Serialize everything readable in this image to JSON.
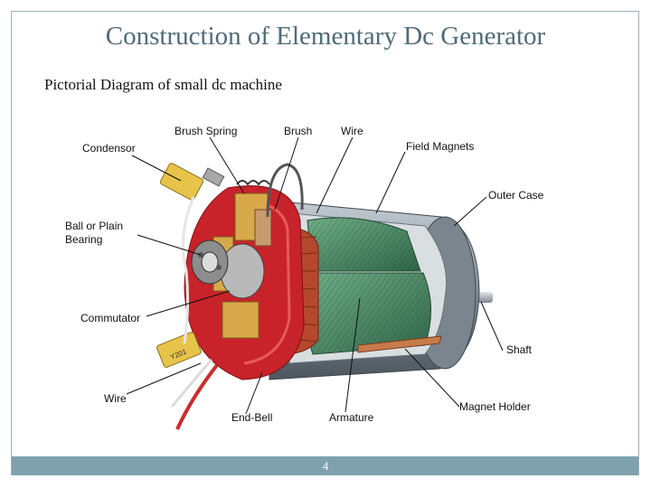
{
  "title": "Construction of Elementary Dc Generator",
  "subtitle": "Pictorial Diagram of small dc machine",
  "page_number": "4",
  "labels": {
    "brush_spring": "Brush Spring",
    "brush": "Brush",
    "wire_top": "Wire",
    "condensor": "Condensor",
    "field_magnets": "Field Magnets",
    "outer_case": "Outer Case",
    "bearing_line1": "Ball or Plain",
    "bearing_line2": "Bearing",
    "commutator": "Commutator",
    "shaft": "Shaft",
    "wire_bottom": "Wire",
    "end_bell": "End-Bell",
    "armature": "Armature",
    "magnet_holder": "Magnet Holder",
    "capacitor_marking": "Y201"
  },
  "colors": {
    "title": "#4f6b78",
    "footer": "#7fa1ad",
    "case": "#8e9aa3",
    "end_bell": "#c8232a",
    "winding": "#4e8a68",
    "copper": "#b4482c",
    "brass": "#d8a94a",
    "condensor": "#e8c34a"
  }
}
